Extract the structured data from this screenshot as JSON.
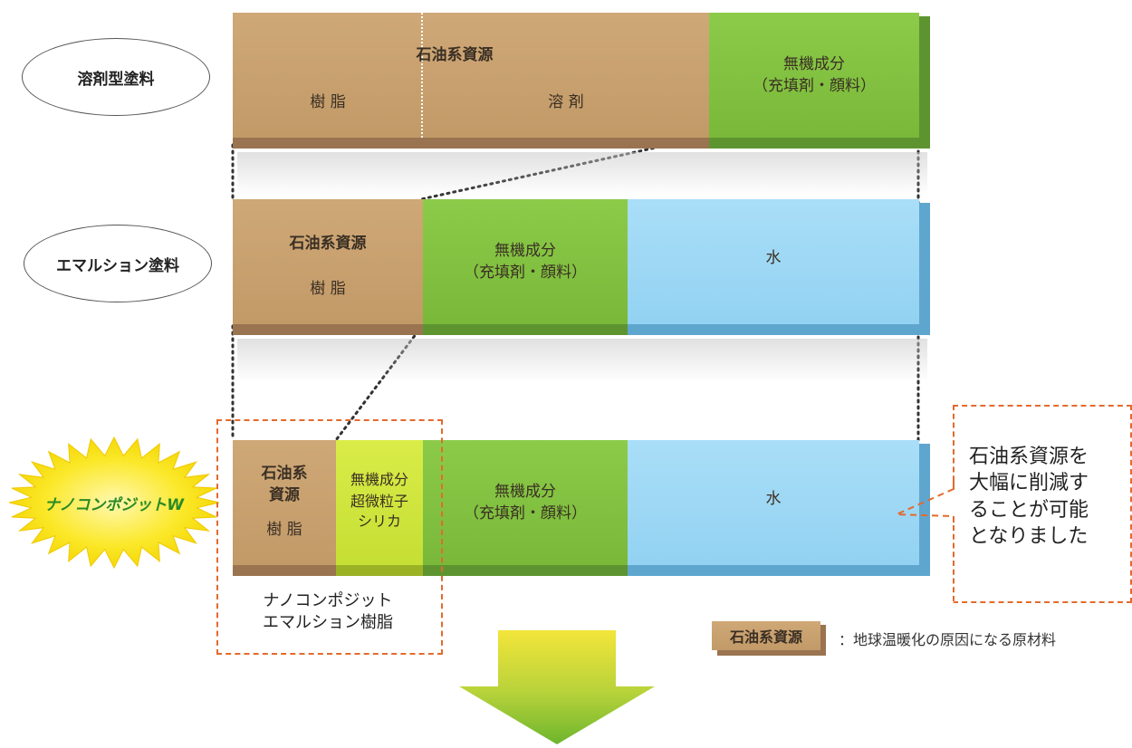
{
  "rows": [
    {
      "title": "溶剤型塗料",
      "segments": [
        {
          "main": "",
          "sub": "樹 脂"
        },
        {
          "main": "石油系資源",
          "sub": "溶 剤"
        },
        {
          "main": "無機成分",
          "sub": "（充填剤・顔料）"
        }
      ]
    },
    {
      "title": "エマルション塗料",
      "segments": [
        {
          "main": "石油系資源",
          "sub": "樹 脂"
        },
        {
          "main": "無機成分",
          "sub": "（充填剤・顔料）"
        },
        {
          "main": "水",
          "sub": ""
        }
      ]
    },
    {
      "title": "ナノコンポジットW",
      "segments": [
        {
          "main": "石油系資源",
          "sub": "樹 脂"
        },
        {
          "main": "無機成分",
          "sub": "（超微粒子シリカ）"
        },
        {
          "main": "無機成分",
          "sub": "（充填剤・顔料）"
        },
        {
          "main": "水",
          "sub": ""
        }
      ]
    }
  ],
  "seg_display": {
    "r3_s0_line1": "石油系",
    "r3_s0_line2": "資源",
    "r3_s1_line2": "超微粒子",
    "r3_s1_line3": "シリカ"
  },
  "nanocomposite_label": {
    "line1": "ナノコンポジット",
    "line2": "エマルション樹脂"
  },
  "callout": {
    "line1": "石油系資源を",
    "line2": "大幅に削減す",
    "line3": "ることが可能",
    "line4": "となりました"
  },
  "legend": {
    "swatch": "石油系資源",
    "text": "：地球温暖化の原因になる原材料"
  },
  "colors": {
    "petroleum": "#c8a070",
    "inorganic": "#86c545",
    "silica": "#d3e743",
    "water": "#a0d9f5",
    "highlight_dash": "#e36a2e",
    "arrow_top": "#f3e53a",
    "arrow_bottom": "#6db52d"
  }
}
